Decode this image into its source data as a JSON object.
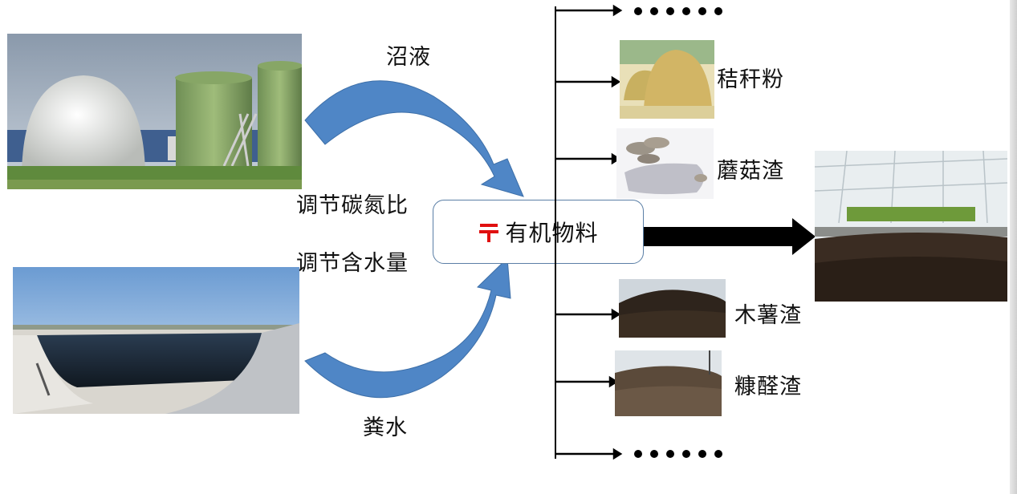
{
  "labels": {
    "biogas_slurry": "沼液",
    "manure_water": "粪水",
    "adjust_cn": "调节碳氮比",
    "adjust_moisture": "调节含水量",
    "center": "有机物料",
    "straw_powder": "秸秆粉",
    "mushroom_residue": "蘑菇渣",
    "cassava_residue": "木薯渣",
    "vinegar_residue": "糠醛渣"
  },
  "icons": {
    "center_glyph": "red-postal-mark-icon",
    "continuation": "ellipsis-dots-icon"
  },
  "colors": {
    "curved_arrow": "#4f86c6",
    "arrow_black": "#000000",
    "box_border": "#5b7fa6",
    "glyph_red": "#e01010"
  }
}
